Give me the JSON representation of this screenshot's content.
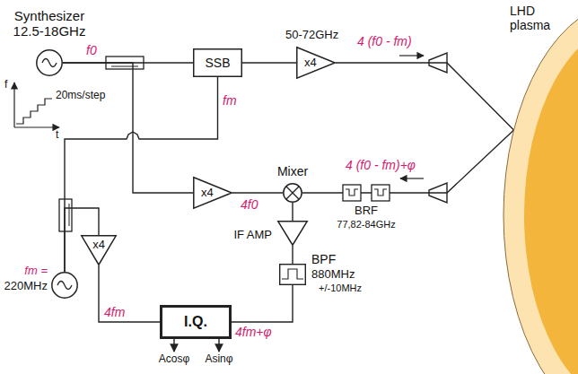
{
  "diagram": {
    "nodes": [
      {
        "text": [
          "Synthesizer 12.5-18GHz"
        ]
      },
      {
        "text": [
          "SSB"
        ]
      },
      {
        "text": [
          "x4"
        ]
      },
      {
        "text": [
          "LHD plasma"
        ]
      },
      {
        "text": [
          "x4"
        ]
      },
      {
        "text": [
          "Mixer"
        ]
      },
      {
        "text": [
          "BRF",
          "77,82-84GHz"
        ]
      },
      {
        "text": [
          "IF AMP"
        ]
      },
      {
        "text": [
          "BPF",
          "880MHz",
          "+/-10MHz"
        ]
      },
      {
        "text": [
          "fm =",
          "220MHz"
        ]
      },
      {
        "text": [
          "x4"
        ]
      },
      {
        "text": [
          "I.Q."
        ]
      }
    ],
    "edges": [
      {
        "from": 0,
        "to": 1,
        "arrow": "none",
        "label": "f0"
      },
      {
        "from": 1,
        "to": 2,
        "arrow": "none"
      },
      {
        "from": 2,
        "to": 3,
        "arrow": "none",
        "label": "4 (f0 - fm)"
      },
      {
        "from": 3,
        "to": 6,
        "arrow": "none",
        "label": "4 (f0 - fm)+φ"
      },
      {
        "from": 6,
        "to": 5,
        "arrow": "none"
      },
      {
        "from": 0,
        "to": 4,
        "arrow": "none"
      },
      {
        "from": 4,
        "to": 5,
        "arrow": "none",
        "label": "4f0"
      },
      {
        "from": 5,
        "to": 7,
        "arrow": "none"
      },
      {
        "from": 7,
        "to": 8,
        "arrow": "none"
      },
      {
        "from": 8,
        "to": 11,
        "arrow": "none",
        "label": "4fm+φ"
      },
      {
        "from": 9,
        "to": 1,
        "arrow": "none",
        "label": "fm"
      },
      {
        "from": 9,
        "to": 10,
        "arrow": "none"
      },
      {
        "from": 10,
        "to": 11,
        "arrow": "none",
        "label": "4fm"
      }
    ],
    "labels": [
      "50-72GHz",
      "20ms/step",
      "f",
      "t",
      "Acosφ",
      "Asinφ"
    ]
  }
}
